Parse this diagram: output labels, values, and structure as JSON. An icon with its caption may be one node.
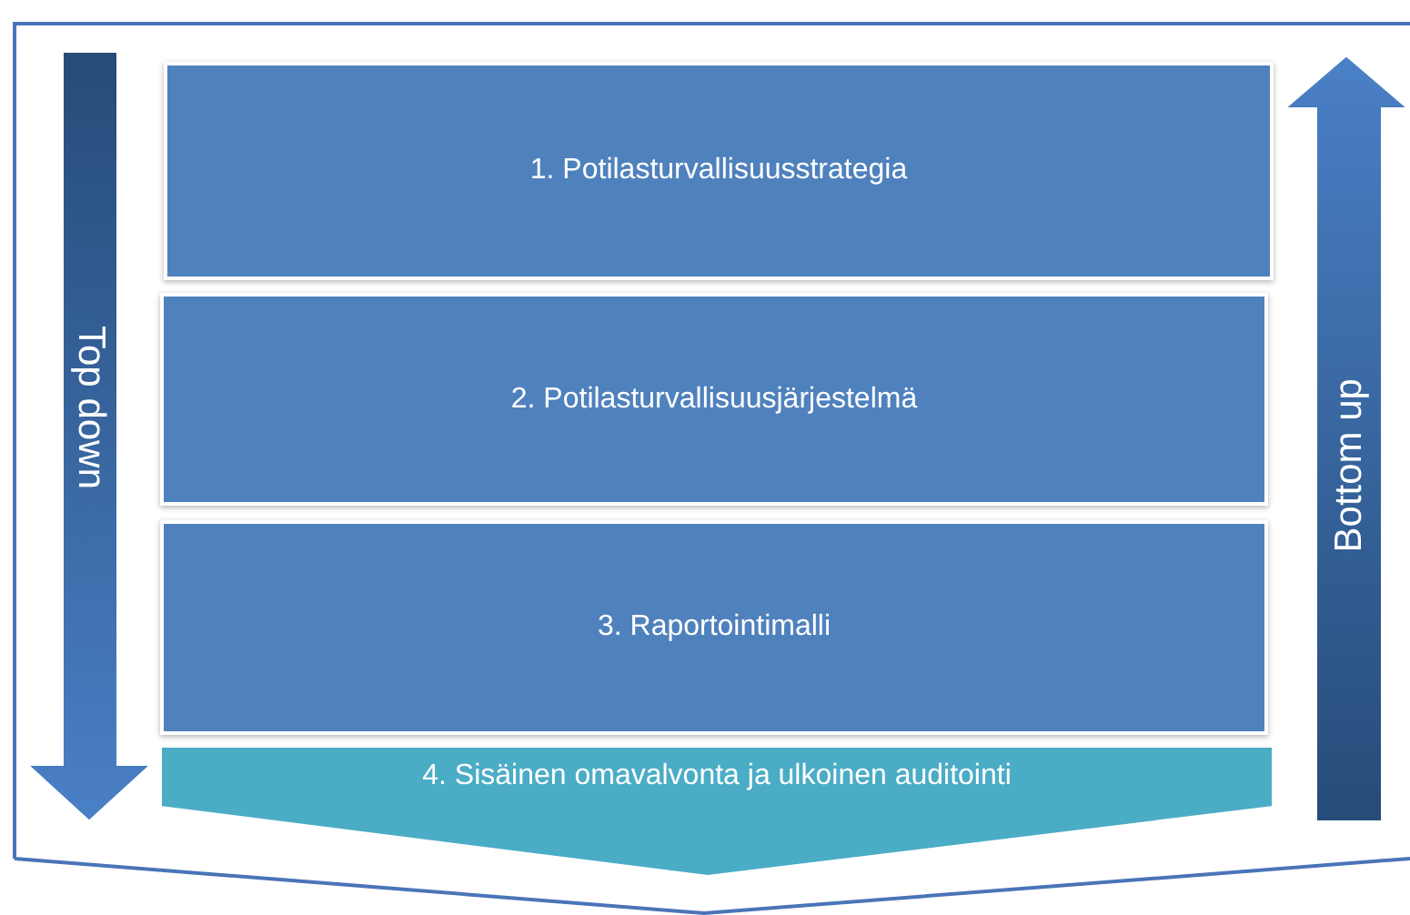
{
  "diagram": {
    "nodes": [
      {
        "text": [
          "Top down"
        ]
      },
      {
        "text": [
          "1. Potilasturvallisuusstrategia"
        ]
      },
      {
        "text": [
          "2. Potilasturvallisuusjärjestelmä"
        ]
      },
      {
        "text": [
          "3. Raportointimalli"
        ]
      },
      {
        "text": [
          "4. Sisäinen omavalvonta ja ulkoinen auditointi"
        ]
      },
      {
        "text": [
          "Bottom up"
        ]
      }
    ]
  }
}
